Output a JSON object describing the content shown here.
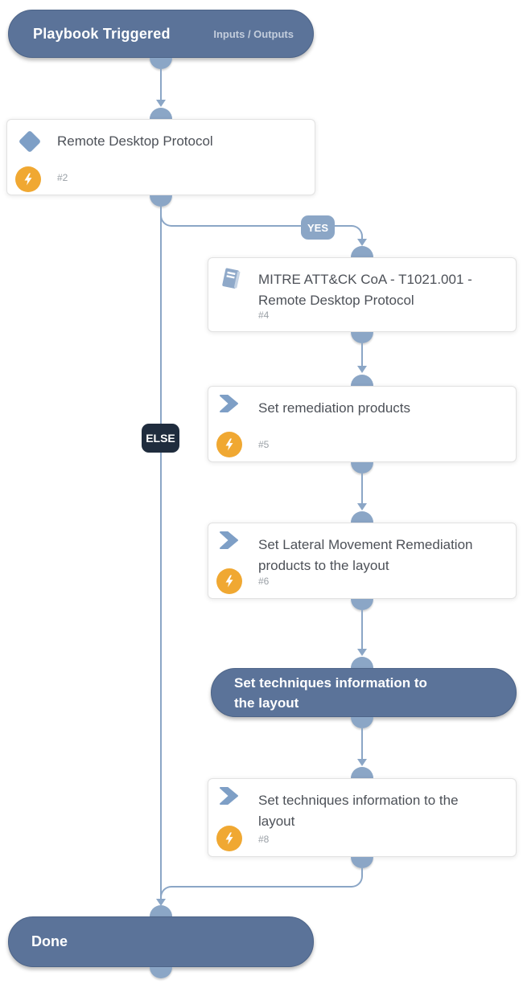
{
  "colors": {
    "pill_bg": "#5b7399",
    "connector": "#8ba6c6",
    "yes_badge_bg": "#8ba6c6",
    "else_badge_bg": "#1f2c3d",
    "automation_badge_bg": "#f0a832",
    "icon_blue": "#7e9fc6",
    "card_title_text": "#4d5158",
    "task_number_text": "#9aa0a6"
  },
  "start_node": {
    "title": "Playbook Triggered",
    "io_link": "Inputs / Outputs"
  },
  "labels": {
    "yes": "YES",
    "else": "ELSE"
  },
  "tasks": {
    "t2": {
      "title": "Remote Desktop Protocol",
      "number": "#2"
    },
    "t4": {
      "title": "MITRE ATT&CK CoA - T1021.001 - Remote Desktop Protocol",
      "number": "#4"
    },
    "t5": {
      "title": "Set remediation products",
      "number": "#5"
    },
    "t6": {
      "title": "Set Lateral Movement Remediation products to the layout",
      "number": "#6"
    },
    "t8": {
      "title": "Set techniques information to the layout",
      "number": "#8"
    }
  },
  "section_header": {
    "title": "Set techniques information to the layout"
  },
  "end_node": {
    "title": "Done"
  }
}
